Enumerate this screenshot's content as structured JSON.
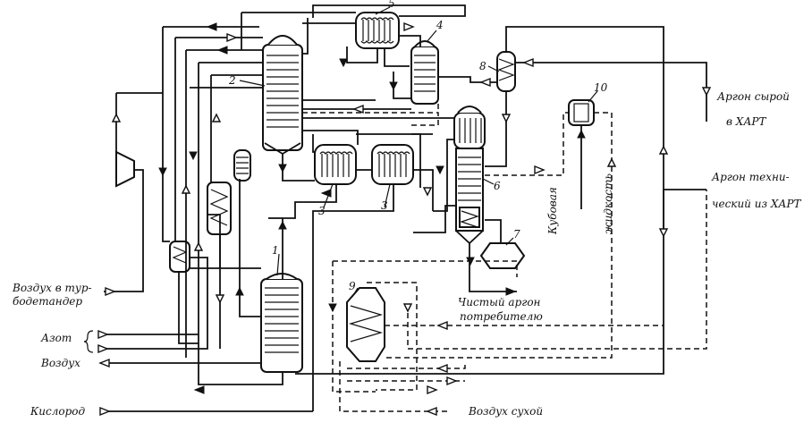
{
  "labels": {
    "air_turbo": [
      "Воздух в тур-",
      "бодетандер"
    ],
    "nitrogen": "Азот",
    "air": "Воздух",
    "oxygen": "Кислород",
    "argon_raw": [
      "Аргон сырой",
      "в ХАРТ"
    ],
    "argon_tech": [
      "Аргон техни-",
      "ческий из ХАРТ"
    ],
    "bottoms": [
      "Кубовая",
      "жидкость"
    ],
    "pure_argon": [
      "Чистый аргон",
      "потребителю"
    ],
    "dry_air": "Воздух сухой"
  },
  "numbers": {
    "n1": "1",
    "n2": "2",
    "n3a": "3",
    "n3b": "3",
    "n4": "4",
    "n5": "5",
    "n6": "6",
    "n7": "7",
    "n8": "8",
    "n9": "9",
    "n10": "10"
  }
}
